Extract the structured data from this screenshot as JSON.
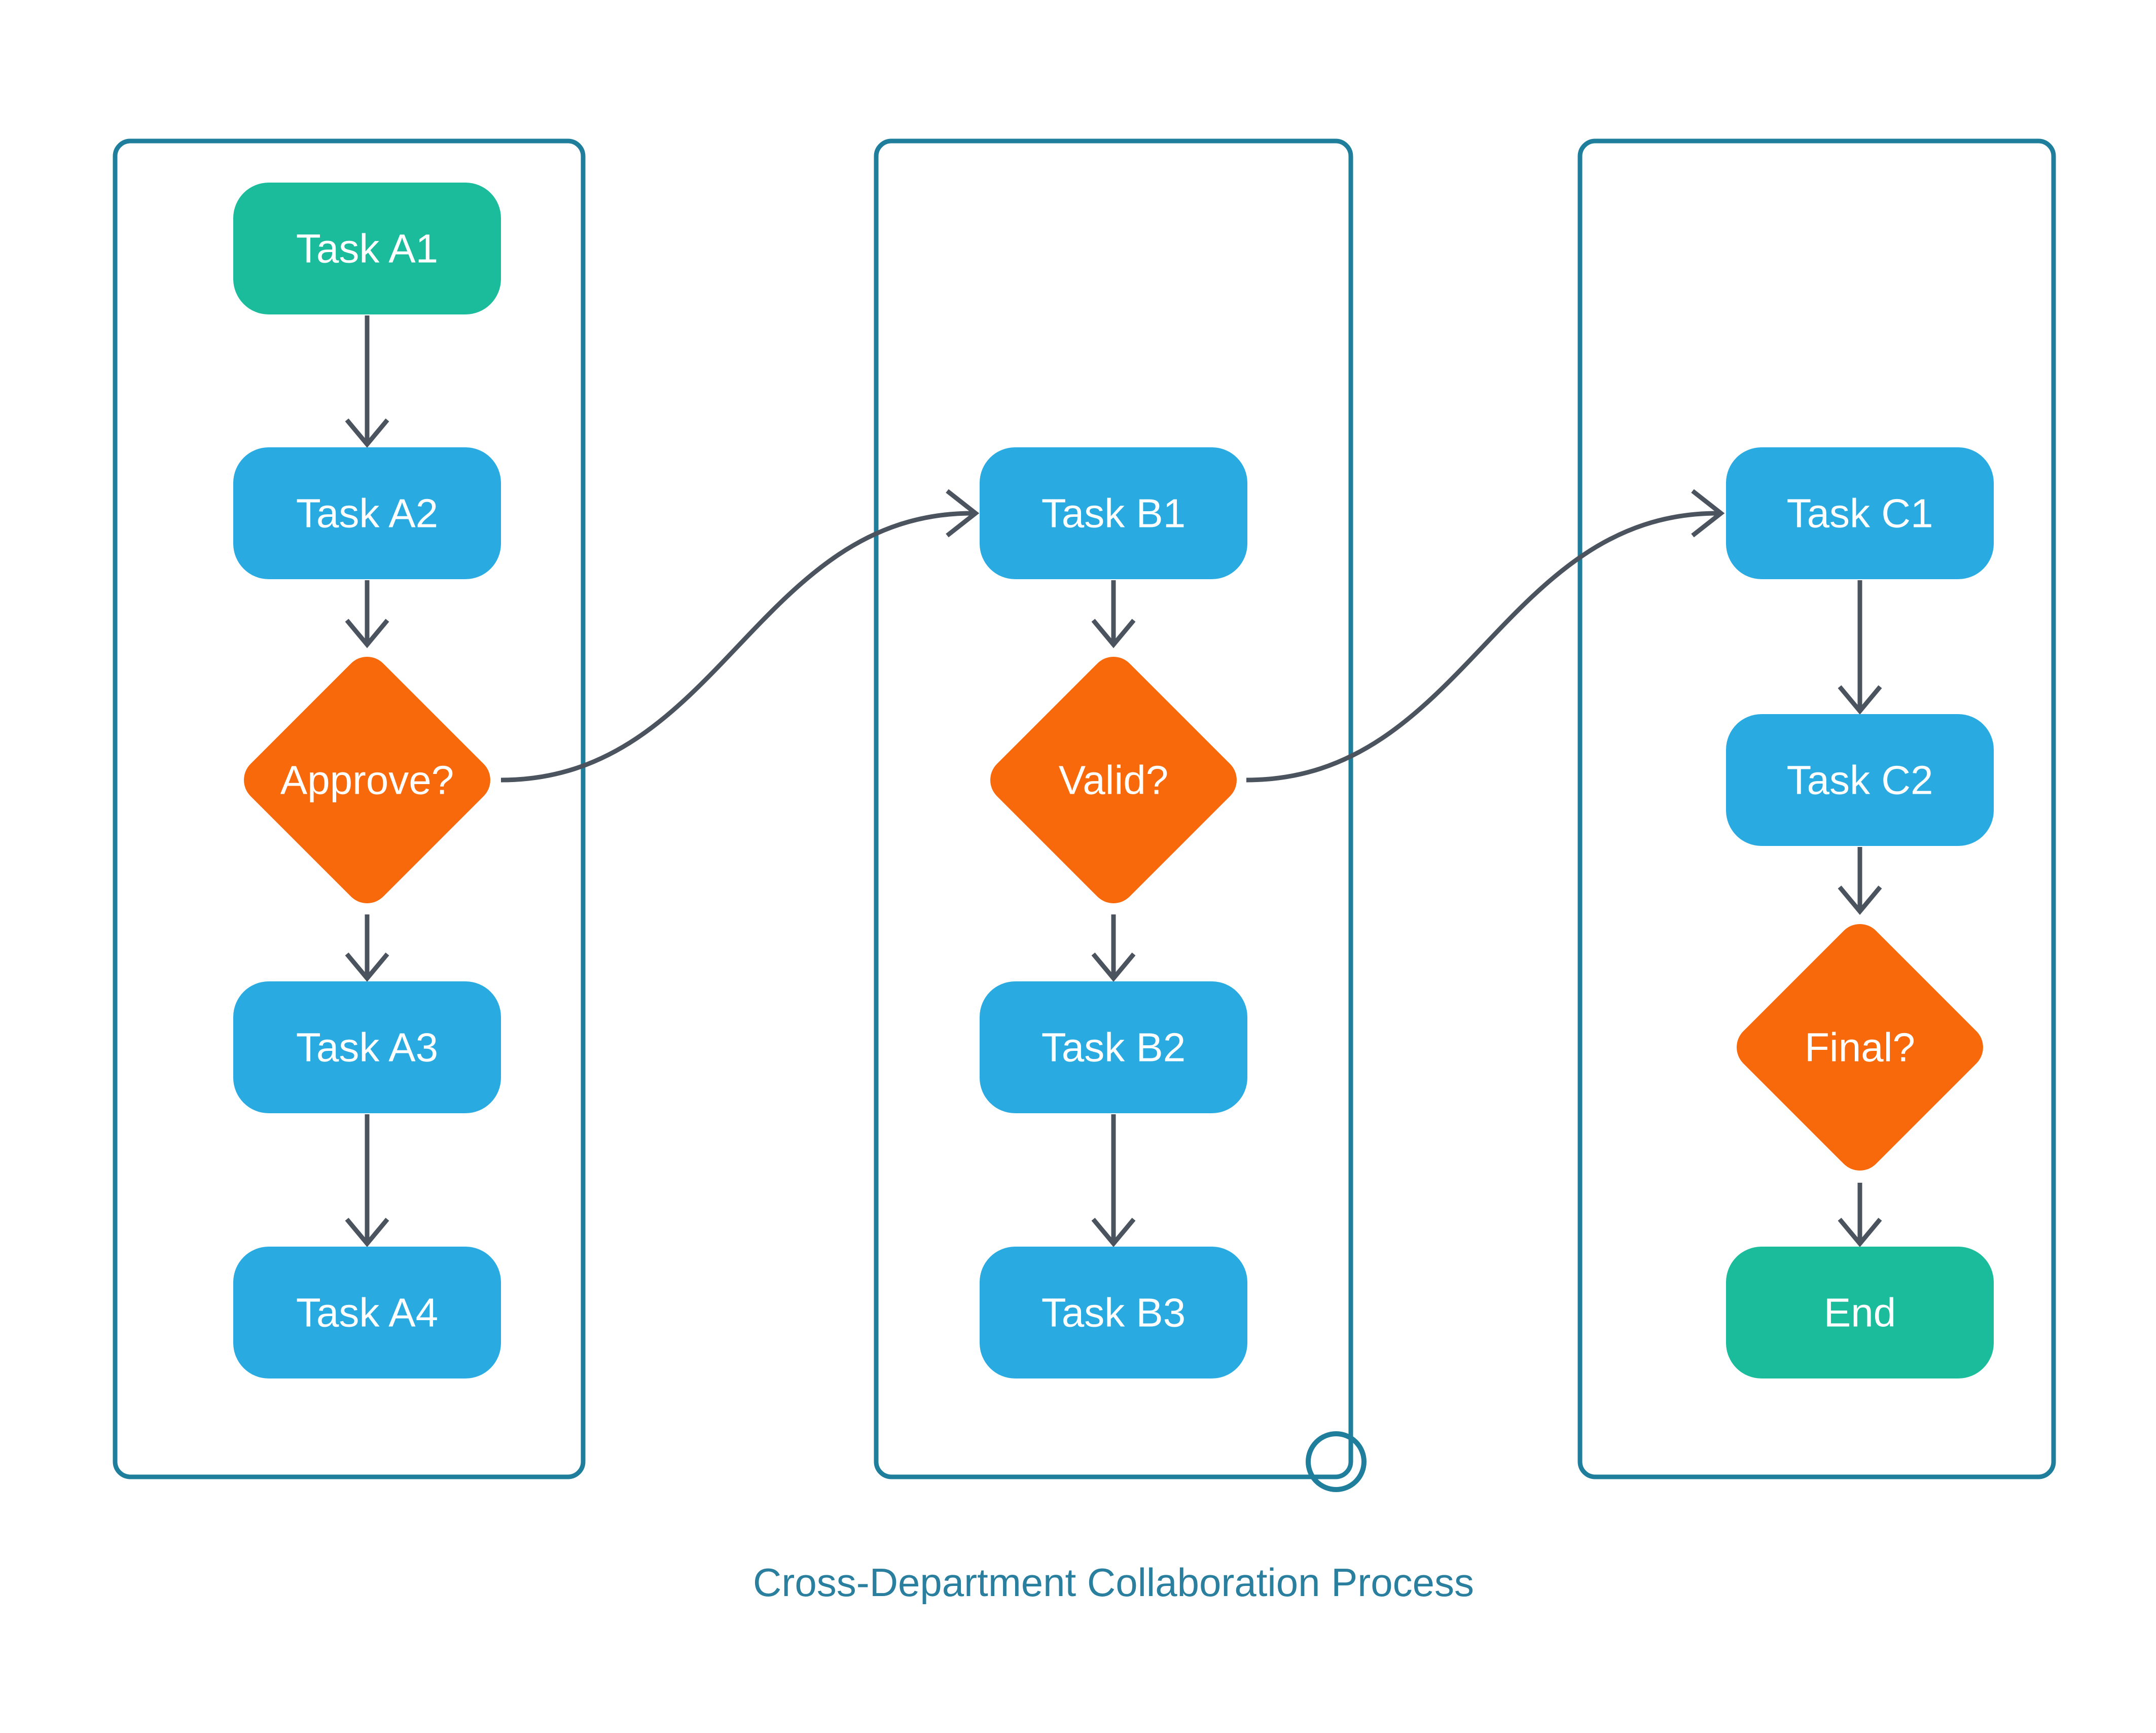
{
  "title": "Cross-Department Collaboration Process",
  "nodes": {
    "a1": {
      "label": "Task A1",
      "kind": "start"
    },
    "a2": {
      "label": "Task A2",
      "kind": "process"
    },
    "approve": {
      "label": "Approve?",
      "kind": "decision"
    },
    "a3": {
      "label": "Task A3",
      "kind": "process"
    },
    "a4": {
      "label": "Task A4",
      "kind": "process"
    },
    "b1": {
      "label": "Task B1",
      "kind": "process"
    },
    "valid": {
      "label": "Valid?",
      "kind": "decision"
    },
    "b2": {
      "label": "Task B2",
      "kind": "process"
    },
    "b3": {
      "label": "Task B3",
      "kind": "process"
    },
    "c1": {
      "label": "Task C1",
      "kind": "process"
    },
    "c2": {
      "label": "Task C2",
      "kind": "process"
    },
    "final": {
      "label": "Final?",
      "kind": "decision"
    },
    "end": {
      "label": "End",
      "kind": "terminal"
    }
  },
  "edges": [
    {
      "from": "a1",
      "to": "a2"
    },
    {
      "from": "a2",
      "to": "approve"
    },
    {
      "from": "approve",
      "to": "a3"
    },
    {
      "from": "a3",
      "to": "a4"
    },
    {
      "from": "approve",
      "to": "b1"
    },
    {
      "from": "b1",
      "to": "valid"
    },
    {
      "from": "valid",
      "to": "b2"
    },
    {
      "from": "b2",
      "to": "b3"
    },
    {
      "from": "valid",
      "to": "c1"
    },
    {
      "from": "c1",
      "to": "c2"
    },
    {
      "from": "c2",
      "to": "final"
    },
    {
      "from": "final",
      "to": "end"
    }
  ],
  "lanes": {
    "count": 3
  },
  "colors": {
    "start_fill": "#1ABC9C",
    "terminal_fill": "#1ABC9C",
    "process_fill": "#29ABE2",
    "decision_fill": "#F8690C",
    "lane_border": "#1E7E9C",
    "arrow": "#4A535E",
    "node_text": "#FFFFFF",
    "title_text": "#2A7F9F",
    "background": "#FFFFFF"
  }
}
